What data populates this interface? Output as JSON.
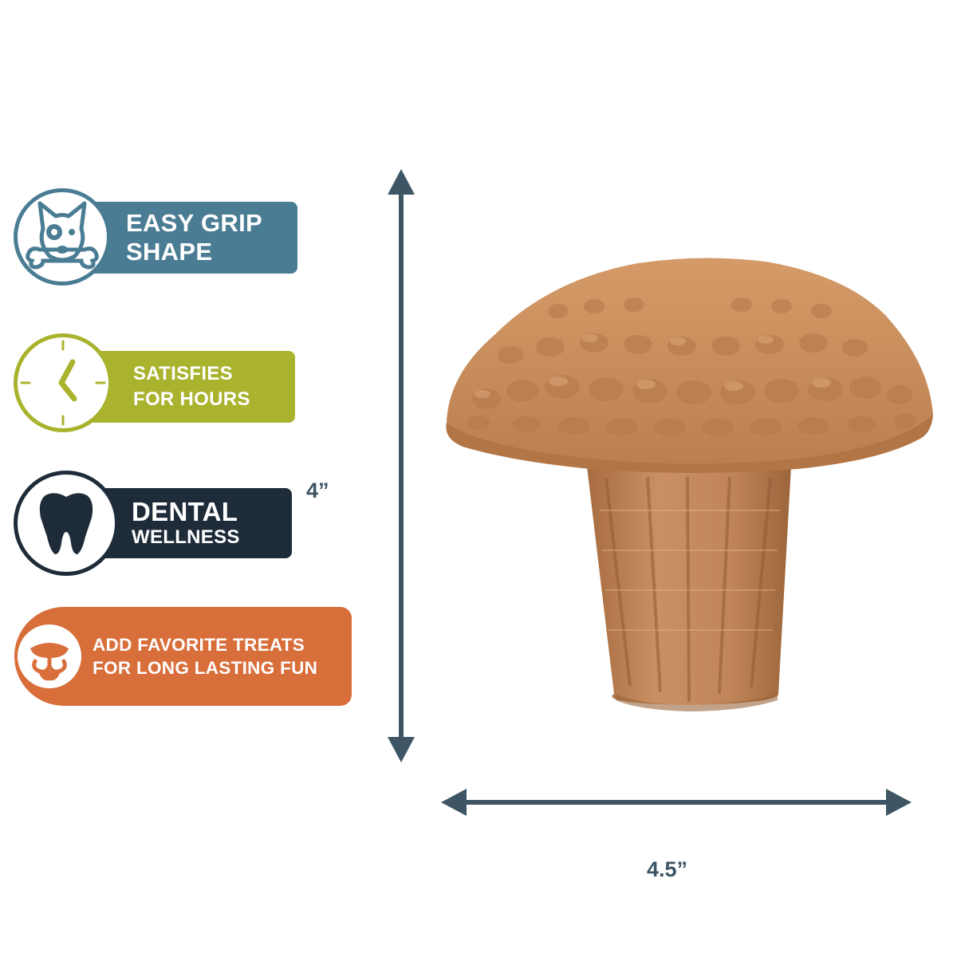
{
  "features": [
    {
      "icon": "dog-face-icon",
      "lines": [
        "EASY GRIP",
        "SHAPE"
      ],
      "color": "#4a7c94"
    },
    {
      "icon": "clock-icon",
      "lines": [
        "SATISFIES",
        "FOR HOURS"
      ],
      "color": "#a9b32e"
    },
    {
      "icon": "tooth-icon",
      "lines": [
        "DENTAL",
        "WELLNESS"
      ],
      "color": "#1e2c3a"
    },
    {
      "icon": "dog-snout-icon",
      "lines": [
        "ADD FAVORITE TREATS",
        "FOR LONG LASTING FUN"
      ],
      "color": "#d86e3a"
    }
  ],
  "dimensions": {
    "height": "4”",
    "width": "4.5”",
    "color": "#3d5564"
  },
  "product": {
    "image": "mushroom-chew-toy",
    "color": "#c58a5b"
  }
}
